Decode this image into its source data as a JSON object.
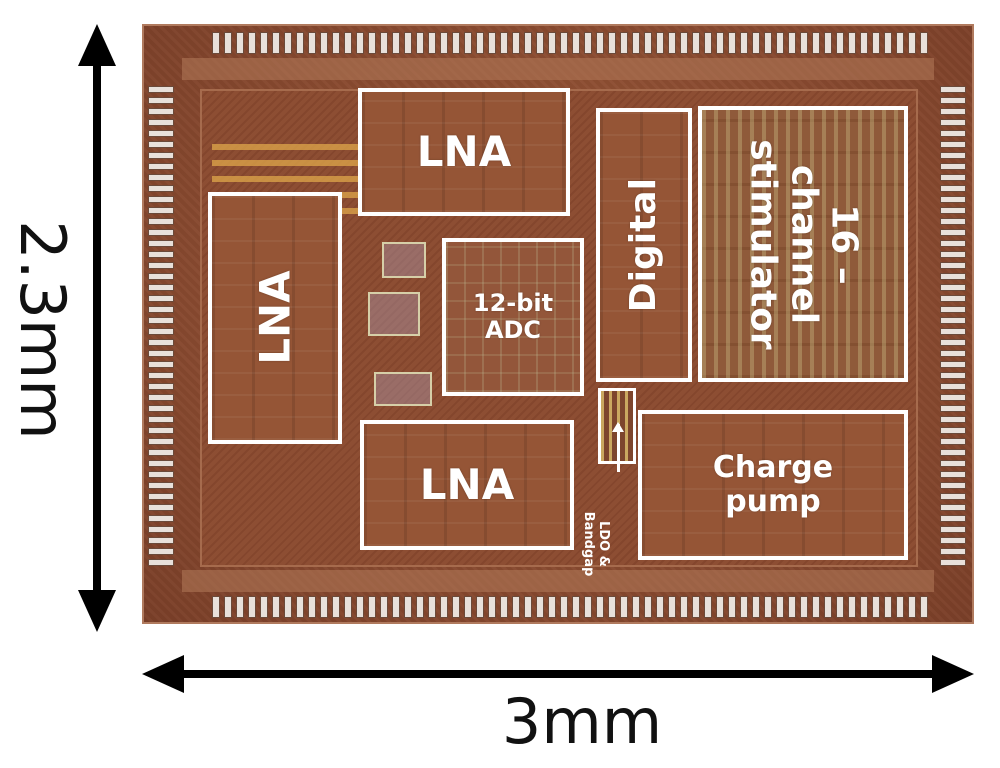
{
  "dimensions": {
    "height_label": "2.3mm",
    "width_label": "3mm"
  },
  "blocks": {
    "lna_top": "LNA",
    "lna_left": "LNA",
    "lna_bottom": "LNA",
    "adc_line1": "12-bit",
    "adc_line2": "ADC",
    "digital": "Digital",
    "stimulator_line1": "16 –",
    "stimulator_line2": "channel",
    "stimulator_line3": "stimulator",
    "charge_pump_line1": "Charge",
    "charge_pump_line2": "pump",
    "ldo_line1": "LDO &",
    "ldo_line2": "Bandgap"
  },
  "colors": {
    "die_copper": "#8b4a2f",
    "block_outline": "#ffffff",
    "pad": "#e8e0da",
    "arrow": "#000000"
  }
}
